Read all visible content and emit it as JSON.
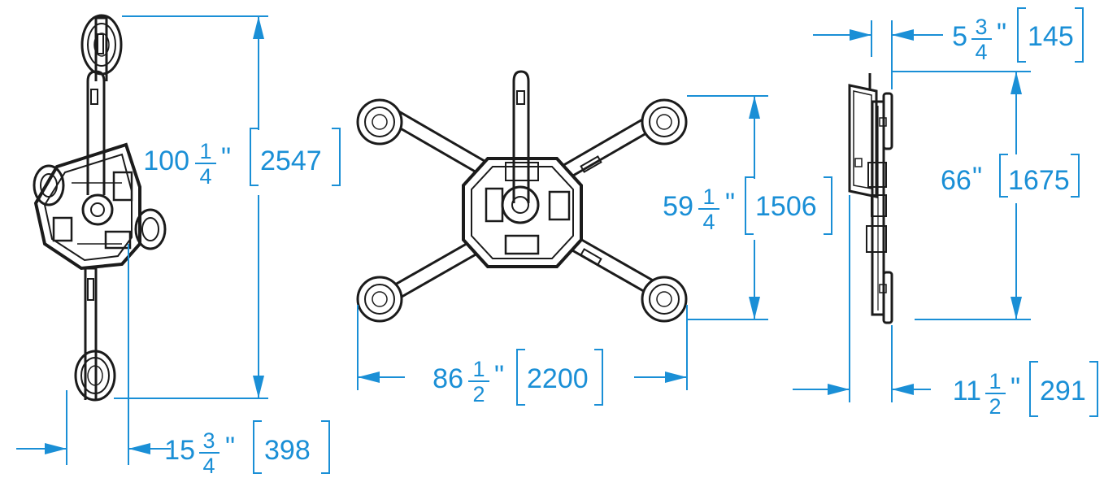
{
  "colors": {
    "dimension": "#1a8fd6",
    "part_outline": "#1b1b1b",
    "background": "#ffffff"
  },
  "views": {
    "side_a": {
      "height": {
        "whole": "100",
        "num": "1",
        "den": "4",
        "unit": "\"",
        "mm": "2547"
      },
      "depth": {
        "whole": "15",
        "num": "3",
        "den": "4",
        "unit": "\"",
        "mm": "398"
      }
    },
    "front": {
      "width": {
        "whole": "86",
        "num": "1",
        "den": "2",
        "unit": "\"",
        "mm": "2200"
      },
      "height": {
        "whole": "59",
        "num": "1",
        "den": "4",
        "unit": "\"",
        "mm": "1506"
      }
    },
    "side_b": {
      "top_depth": {
        "whole": "5",
        "num": "3",
        "den": "4",
        "unit": "\"",
        "mm": "145"
      },
      "height": {
        "whole": "66",
        "unit": "\"",
        "mm": "1675"
      },
      "bottom_depth": {
        "whole": "11",
        "num": "1",
        "den": "2",
        "unit": "\"",
        "mm": "291"
      }
    }
  }
}
